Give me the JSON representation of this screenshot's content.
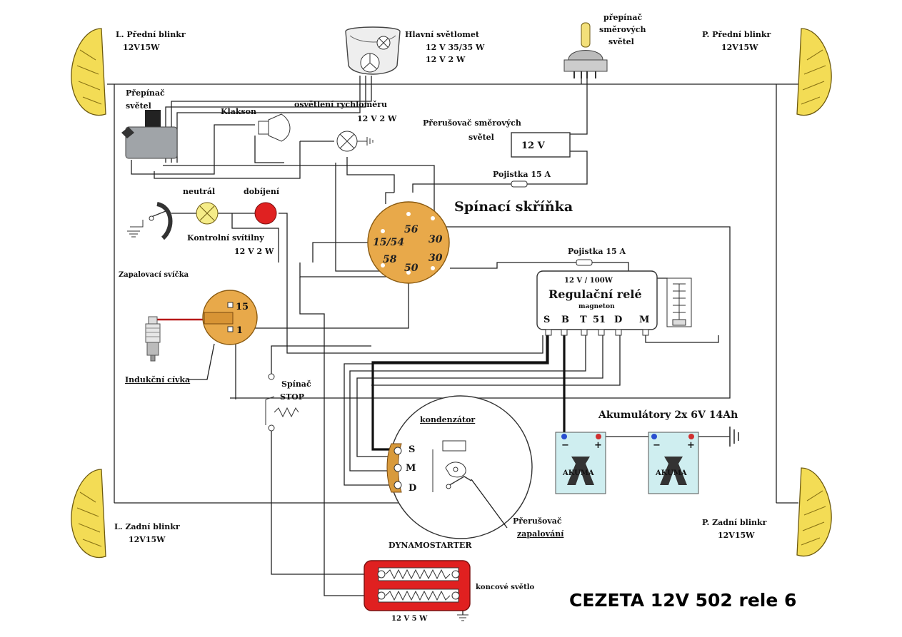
{
  "title": "CEZETA 12V 502 rele 6",
  "blinkers": {
    "front_left": {
      "name": "L. Přední blinkr",
      "rating": "12V15W"
    },
    "front_right": {
      "name": "P. Přední blinkr",
      "rating": "12V15W"
    },
    "rear_left": {
      "name": "L. Zadní blinkr",
      "rating": "12V15W"
    },
    "rear_right": {
      "name": "P. Zadní blinkr",
      "rating": "12V15W"
    }
  },
  "headlight": {
    "name": "Hlavní světlomet",
    "rating1": "12 V 35/35 W",
    "rating2": "12 V 2 W"
  },
  "turn_switch": {
    "line1": "přepínač",
    "line2": "směrových",
    "line3": "světel"
  },
  "light_switch": {
    "line1": "Přepínač",
    "line2": "světel"
  },
  "horn": {
    "name": "Klakson"
  },
  "speedo_light": {
    "name": "osvětlení rychloměru",
    "rating": "12 V 2 W"
  },
  "flasher": {
    "line1": "Přerušovač směrových",
    "line2": "světel",
    "box_label": "12 V"
  },
  "fuse1": {
    "label": "Pojistka  15 A"
  },
  "fuse2": {
    "label": "Pojistka  15 A"
  },
  "indicators": {
    "neutral": "neutrál",
    "charging": "dobíjení",
    "name": "Kontrolní svítilny",
    "rating": "12 V 2 W"
  },
  "ignition_box": {
    "name": "Spínací skříňka",
    "terminals": [
      "56",
      "30",
      "15/54",
      "58",
      "50",
      "30"
    ]
  },
  "spark_plug": {
    "name": "Zapalovací svíčka"
  },
  "coil": {
    "name": "Indukční cívka",
    "t15": "15",
    "t1": "1"
  },
  "regulator": {
    "rating": "12 V / 100W",
    "name": "Regulační relé",
    "brand": "magneton",
    "terminals": [
      "S",
      "B",
      "T",
      "51",
      "D",
      "M"
    ]
  },
  "stop_switch": {
    "line1": "Spínač",
    "line2": "STOP"
  },
  "batteries": {
    "label": "Akumulátory  2x 6V 14Ah",
    "brand": "AKUMA",
    "minus": "−",
    "plus": "+"
  },
  "dynamostarter": {
    "name": "DYNAMOSTARTER",
    "capacitor": "kondenzátor",
    "terminals": [
      "S",
      "M",
      "D"
    ]
  },
  "breaker": {
    "line1": "Přerušovač",
    "line2": "zapalování"
  },
  "tail_light": {
    "name": "koncové světlo",
    "rating": "12 V 5 W"
  }
}
